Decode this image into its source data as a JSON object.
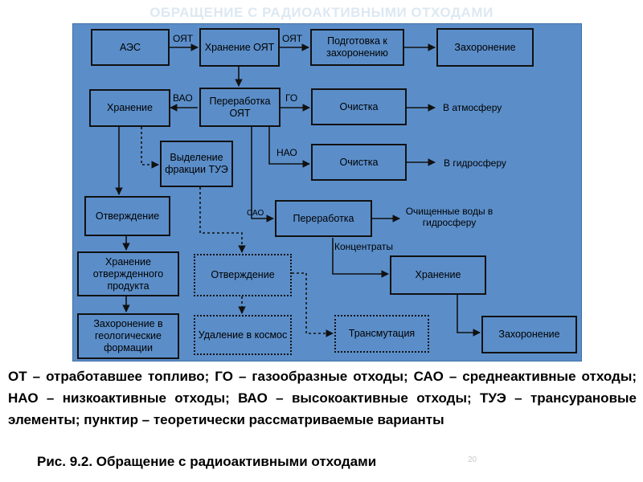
{
  "header": {
    "title": "ОБРАЩЕНИЕ С РАДИОАКТИВНЫМИ ОТХОДАМИ"
  },
  "nodes": {
    "aes": "АЭС",
    "storage_snf": "Хранение ОЯТ",
    "prep_disposal": "Подготовка к захоронению",
    "disposal_top": "Захоронение",
    "storage_left": "Хранение",
    "reprocessing_snf": "Переработка ОЯТ",
    "cleaning_gas": "Очистка",
    "to_atmosphere": "В атмосферу",
    "tue_extraction": "Выделение фракции ТУЭ",
    "cleaning_liquid": "Очистка",
    "to_hydrosphere": "В гидросферу",
    "solidification_left": "Отверждение",
    "reprocessing": "Переработка",
    "purified_water": "Очищенные воды в гидросферу",
    "storage_solidified": "Хранение отвержденного продукта",
    "solidification_dotted": "Отверждение",
    "storage_right": "Хранение",
    "geo_disposal": "Захоронение в геологические формации",
    "space_removal": "Удаление в космос",
    "transmutation": "Трансмутация",
    "disposal_bottom": "Захоронение"
  },
  "edge_labels": {
    "ot_1": "ОЯТ",
    "ot_2": "ОЯТ",
    "vao": "ВАО",
    "go": "ГО",
    "nao": "НАО",
    "sao": "САО",
    "concentrates": "Концентраты"
  },
  "caption": {
    "legend": "ОТ – отработавшее топливо; ГО – газообразные отходы; САО – среднеактивные отходы; НАО – низкоактивные отходы; ВАО – высокоактивные отходы; ТУЭ – трансурановые элементы; пунктир – теоретически рассматриваемые варианты",
    "figure": "Рис. 9.2. Обращение с радиоактивными отходами"
  },
  "slide_number": "20",
  "colors": {
    "diagram_background": "#5b8ec9",
    "stroke": "#111111"
  }
}
